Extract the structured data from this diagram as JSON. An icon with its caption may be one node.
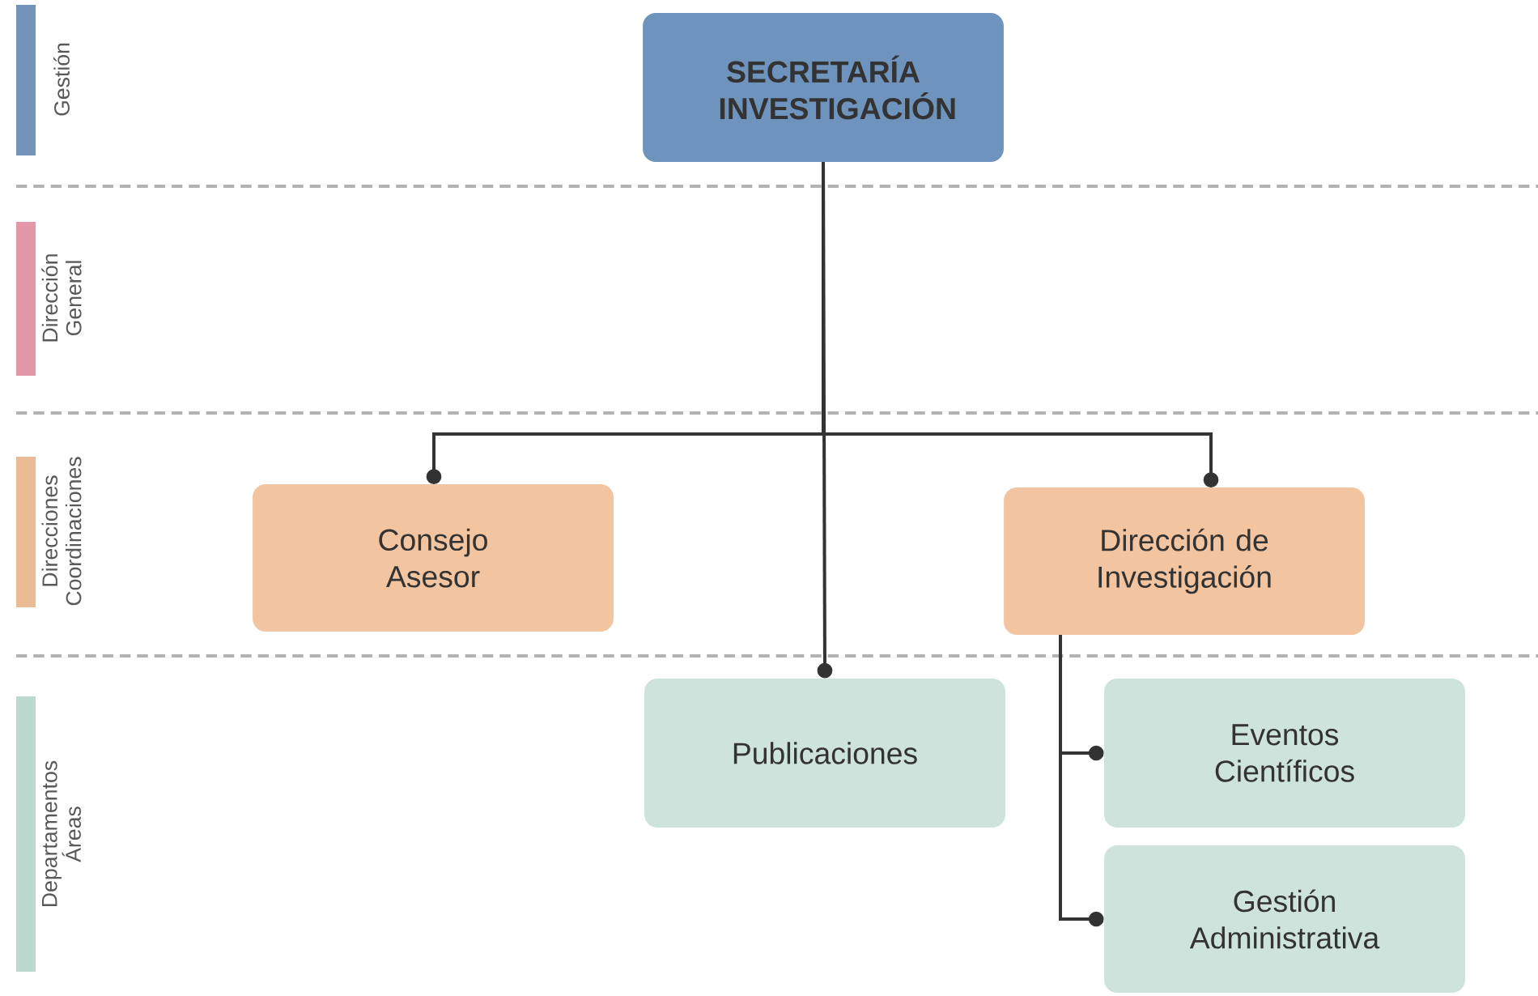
{
  "diagram": {
    "nodes": [
      {
        "text": [
          "SECRETARÍA INVESTIGACIÓN"
        ]
      },
      {
        "text": [
          "Consejo Asesor"
        ]
      },
      {
        "text": [
          "Dirección de Investigación"
        ]
      },
      {
        "text": [
          "Publicaciones"
        ]
      },
      {
        "text": [
          "Eventos Científicos"
        ]
      },
      {
        "text": [
          "Gestión Administrativa"
        ]
      }
    ],
    "edges": [
      {
        "from": 0,
        "to": 1,
        "arrow": "other"
      },
      {
        "from": 0,
        "to": 2,
        "arrow": "other"
      },
      {
        "from": 0,
        "to": 3,
        "arrow": "other"
      },
      {
        "from": 2,
        "to": 4,
        "arrow": "other"
      },
      {
        "from": 2,
        "to": 5,
        "arrow": "other"
      }
    ],
    "legend": [
      {
        "text": "Gestión",
        "color": "#7393bb"
      },
      {
        "text": "Dirección General",
        "color": "#e296a6"
      },
      {
        "text": "Direcciones Coordinaciones",
        "color": "#eabb96"
      },
      {
        "text": "Departamentos Áreas",
        "color": "#bcd9d0"
      }
    ]
  }
}
